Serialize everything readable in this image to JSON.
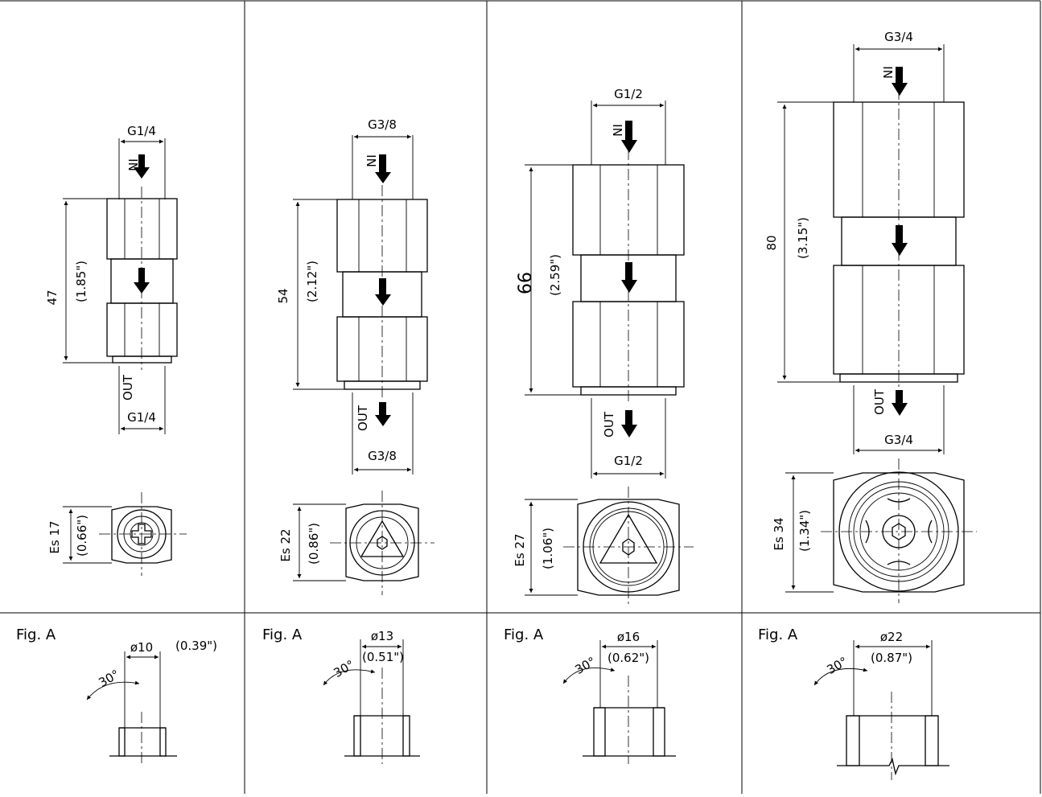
{
  "columns": [
    {
      "inlet": "G1/4",
      "outlet": "G1/4",
      "in_label": "IN",
      "out_label": "OUT",
      "length_mm": "47",
      "length_in": "(1.85\")",
      "hex_mm": "Es 17",
      "hex_in": "(0.66\")",
      "pattern": "cross",
      "fig_label": "Fig. A",
      "fig_dia": "ø10",
      "fig_dia_in": "(0.39\")",
      "fig_angle": "30°"
    },
    {
      "inlet": "G3/8",
      "outlet": "G3/8",
      "in_label": "IN",
      "out_label": "OUT",
      "length_mm": "54",
      "length_in": "(2.12\")",
      "hex_mm": "Es 22",
      "hex_in": "(0.86\")",
      "pattern": "triangle",
      "fig_label": "Fig. A",
      "fig_dia": "ø13",
      "fig_dia_in": "(0.51\")",
      "fig_angle": "30°"
    },
    {
      "inlet": "G1/2",
      "outlet": "G1/2",
      "in_label": "IN",
      "out_label": "OUT",
      "length_mm": "66",
      "length_in": "(2.59\")",
      "hex_mm": "Es 27",
      "hex_in": "(1.06\")",
      "pattern": "triangle",
      "fig_label": "Fig. A",
      "fig_dia": "ø16",
      "fig_dia_in": "(0.62\")",
      "fig_angle": "30°"
    },
    {
      "inlet": "G3/4",
      "outlet": "G3/4",
      "in_label": "IN",
      "out_label": "OUT",
      "length_mm": "80",
      "length_in": "(3.15\")",
      "hex_mm": "Es 34",
      "hex_in": "(1.34\")",
      "pattern": "spokes",
      "fig_label": "Fig. A",
      "fig_dia": "ø22",
      "fig_dia_in": "(0.87\")",
      "fig_angle": "30°"
    }
  ]
}
